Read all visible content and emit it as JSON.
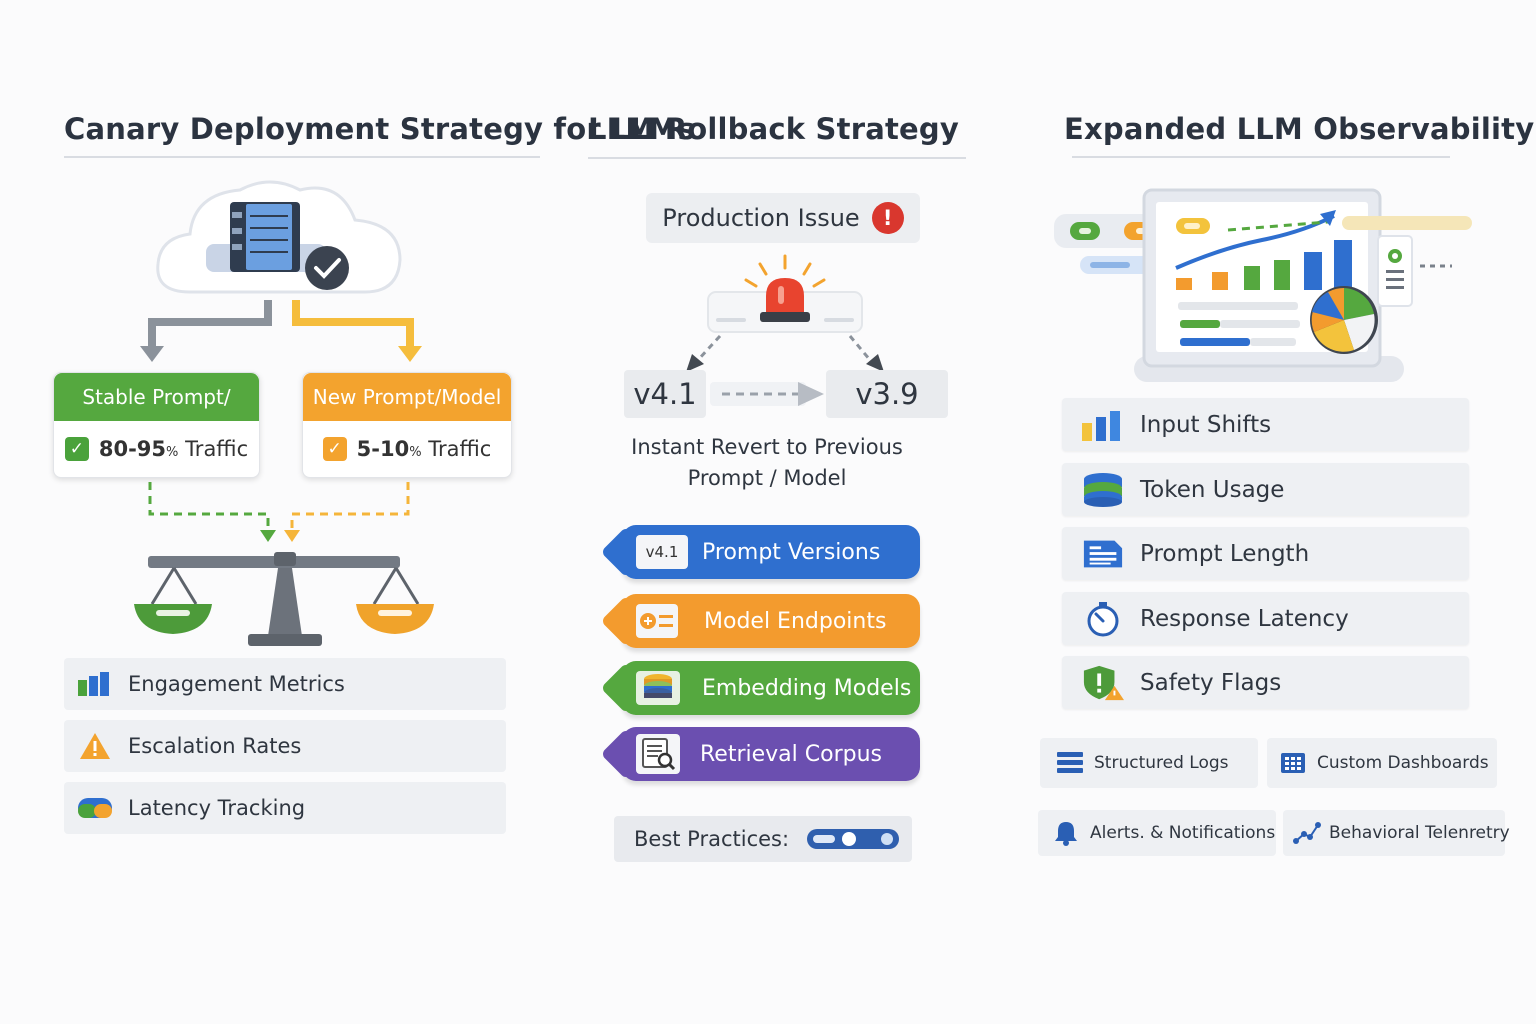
{
  "canary": {
    "title": "Canary Deployment Strategy for LLMs",
    "stable_label": "Stable Prompt/",
    "stable_traffic_strong": "80-95",
    "stable_traffic_rest": "Traffic",
    "new_label": "New Prompt/Model",
    "new_traffic_strong": "5-10",
    "new_traffic_rest": "Traffic",
    "percent_sign": "%",
    "metrics": [
      {
        "label": "Engagement Metrics",
        "icon": "bar-chart-icon"
      },
      {
        "label": "Escalation Rates",
        "icon": "warning-icon"
      },
      {
        "label": "Latency Tracking",
        "icon": "gauge-icon"
      }
    ],
    "colors": {
      "stable": "#55a83f",
      "new": "#f3a32e"
    }
  },
  "rollback": {
    "title": "LLM Rollback Strategy",
    "issue_label": "Production Issue",
    "issue_mark": "!",
    "from_version": "v4.1",
    "to_version": "v3.9",
    "revert_line1": "Instant Revert to Previous",
    "revert_line2": "Prompt / Model",
    "tags": [
      {
        "label": "Prompt Versions",
        "chip": "v4.1",
        "color": "#2f6fcf"
      },
      {
        "label": "Model Endpoints",
        "chip": "",
        "color": "#f39b2e"
      },
      {
        "label": "Embedding Models",
        "chip": "",
        "color": "#55a83f"
      },
      {
        "label": "Retrieval Corpus",
        "chip": "",
        "color": "#6b4fb0"
      }
    ],
    "best_practices_label": "Best Practices:"
  },
  "observability": {
    "title": "Expanded LLM Observability",
    "metrics": [
      {
        "label": "Input Shifts",
        "icon": "bar-chart-icon"
      },
      {
        "label": "Token Usage",
        "icon": "database-icon"
      },
      {
        "label": "Prompt Length",
        "icon": "document-icon"
      },
      {
        "label": "Response Latency",
        "icon": "stopwatch-icon"
      },
      {
        "label": "Safety Flags",
        "icon": "shield-warning-icon"
      }
    ],
    "chips": [
      {
        "label": "Structured Logs",
        "icon": "list-icon"
      },
      {
        "label": "Custom Dashboards",
        "icon": "grid-icon"
      },
      {
        "label": "Alerts. & Notifications",
        "icon": "bell-icon"
      },
      {
        "label": "Behavioral Telenretry",
        "icon": "graph-icon"
      }
    ]
  }
}
